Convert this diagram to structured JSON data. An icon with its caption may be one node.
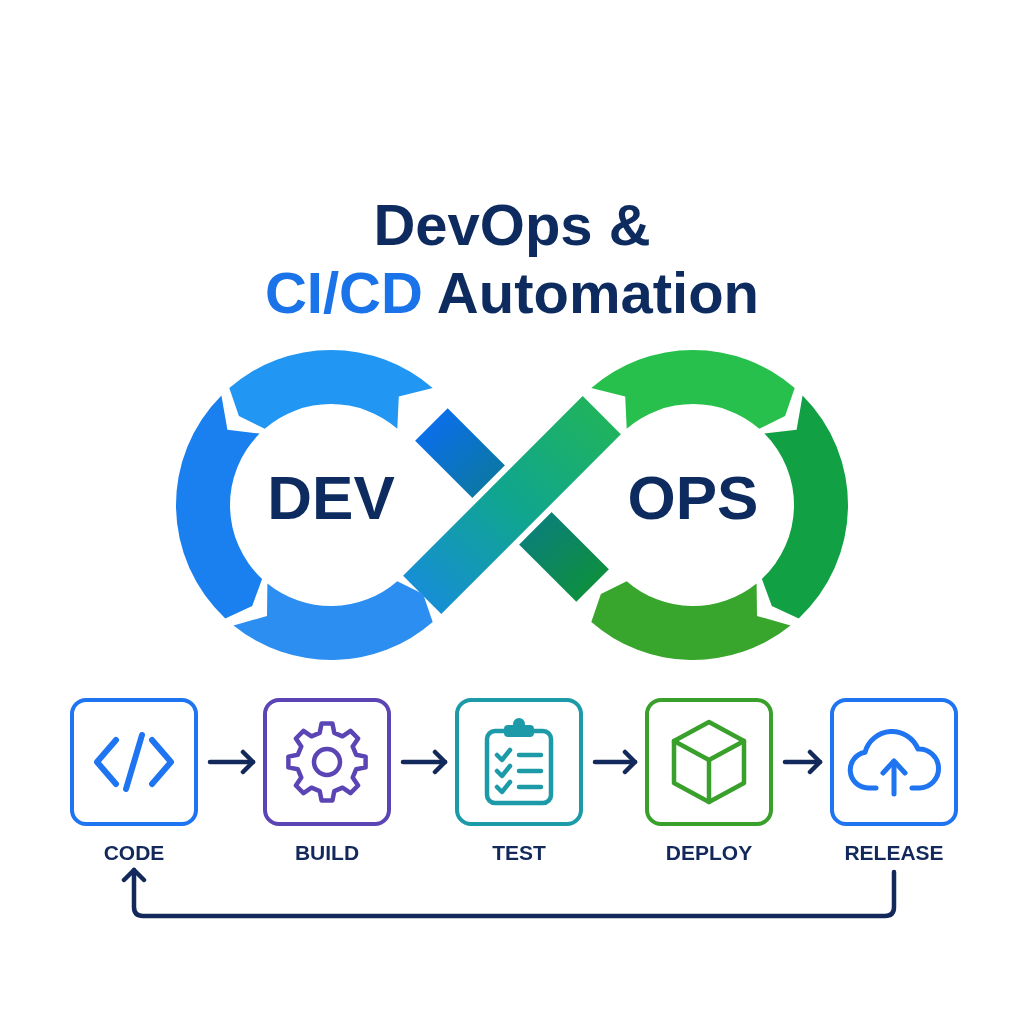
{
  "diagram": {
    "title": "DevOps & CI/CD Automation",
    "nodes": [
      {
        "text": [
          "DEV"
        ]
      },
      {
        "text": [
          "OPS"
        ]
      },
      {
        "text": [
          "CODE"
        ]
      },
      {
        "text": [
          "BUILD"
        ]
      },
      {
        "text": [
          "TEST"
        ]
      },
      {
        "text": [
          "DEPLOY"
        ]
      },
      {
        "text": [
          "RELEASE"
        ]
      }
    ],
    "edges": [
      {
        "from": 0,
        "to": 1,
        "arrow": "none",
        "style": "thick",
        "color": "#10a58f"
      },
      {
        "from": 1,
        "to": 0,
        "arrow": "none",
        "style": "thick",
        "color": "#0b7a8c"
      },
      {
        "from": 2,
        "to": 3,
        "arrow": "to"
      },
      {
        "from": 3,
        "to": 4,
        "arrow": "to"
      },
      {
        "from": 4,
        "to": 5,
        "arrow": "to"
      },
      {
        "from": 5,
        "to": 6,
        "arrow": "to"
      },
      {
        "from": 6,
        "to": 2,
        "arrow": "to"
      }
    ]
  }
}
